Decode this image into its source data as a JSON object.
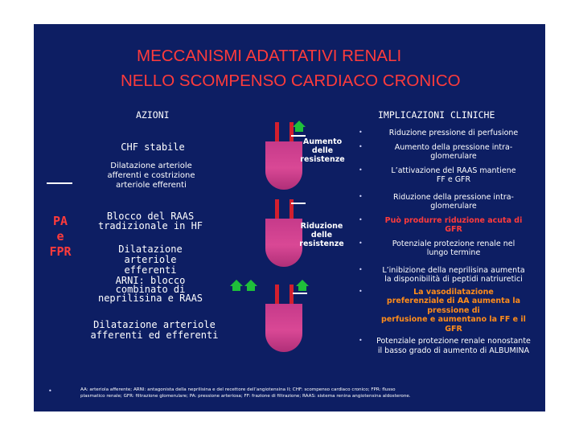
{
  "title": {
    "line1": "MECCANISMI ADATTATIVI RENALI",
    "line2": "NELLO SCOMPENSO CARDIACO CRONICO"
  },
  "headers": {
    "azioni": "AZIONI",
    "implicazioni": "IMPLICAZIONI CLINICHE"
  },
  "side_label": {
    "line1": "PA",
    "line2": "e",
    "line3": "FPR"
  },
  "rows": [
    {
      "action_title": "CHF stabile",
      "action_desc_line1": "Dilatazione arteriole",
      "action_desc_line2": "afferenti e costrizione",
      "action_desc_line3": "arteriole efferenti",
      "resistance_line1": "Aumento",
      "resistance_line2": "delle",
      "resistance_line3": "resistenze",
      "implications": [
        {
          "text_line1": "Riduzione pressione di perfusione",
          "text_line2": "",
          "style": "white"
        },
        {
          "text_line1": "Aumento della pressione intra-",
          "text_line2": "glomerulare",
          "style": "white"
        },
        {
          "text_line1": "L’attivazione del RAAS mantiene",
          "text_line2": "FF e GFR",
          "style": "white"
        }
      ]
    },
    {
      "action_title_line1": "Blocco del RAAS",
      "action_title_line2": "tradizionale in HF",
      "action_desc_line1": "Dilatazione arteriole",
      "action_desc_line2": "efferenti",
      "resistance_line1": "Riduzione",
      "resistance_line2": "delle",
      "resistance_line3": "resistenze",
      "implications": [
        {
          "text_line1": "Riduzione della pressione intra-",
          "text_line2": "glomerulare",
          "style": "white"
        },
        {
          "text_line1": "Può produrre riduzione acuta di",
          "text_line2": "GFR",
          "style": "red"
        },
        {
          "text_line1": "Potenziale protezione renale nel",
          "text_line2": "lungo termine",
          "style": "white"
        }
      ]
    },
    {
      "action_title_line1": "ARNI: blocco",
      "action_title_line2": "combinato di",
      "action_title_line3": "neprilisina e RAAS",
      "action_desc_line1": "Dilatazione arteriole",
      "action_desc_line2": "afferenti ed efferenti",
      "implications": [
        {
          "text_line1": "L’inibizione della neprilisina aumenta",
          "text_line2": "la disponibilità di peptidi natriuretici",
          "style": "white"
        },
        {
          "text_line1": "La vasodilatazione",
          "text_line2": "preferenziale di AA aumenta la",
          "text_line3": "pressione di",
          "text_line4": "perfusione e aumentano la FF e il",
          "text_line5": "GFR",
          "style": "orange"
        },
        {
          "text_line1": "Potenziale protezione renale nonostante",
          "text_line2": "il basso grado di aumento di ALBUMINA",
          "style": "white"
        }
      ]
    }
  ],
  "footnote": {
    "line1": "AA: arteriola afferente; ARNI: antagonista della neprilisina e del recettore dell’angiotensina II; CHF: scompenso cardiaco cronico; FPR: flusso",
    "line2": "plasmatico renale; GFR: filtrazione glomerulare; PA: pressione arteriosa; FF: frazione di filtrazione; RAAS: sistema renina angiotensina aldosterone."
  },
  "bullet_char": "•",
  "colors": {
    "background": "#0d1e63",
    "title": "#ff3b3b",
    "warning_text": "#ff3b3b",
    "highlight_text": "#ff8c1a",
    "arrow_up": "#1fbf3a",
    "side_label": "#ff3b3b"
  }
}
